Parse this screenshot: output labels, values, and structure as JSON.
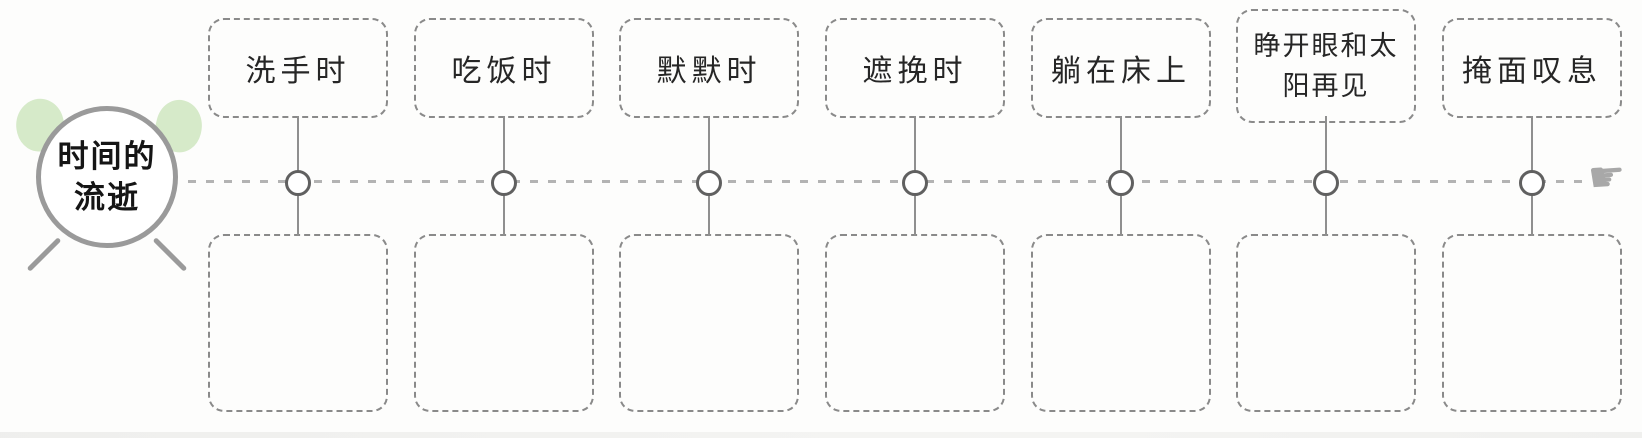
{
  "topic": {
    "line1": "时间的",
    "line2": "流逝"
  },
  "timeline": {
    "items": [
      {
        "label": "洗手时"
      },
      {
        "label": "吃饭时"
      },
      {
        "label": "默默时"
      },
      {
        "label": "遮挽时"
      },
      {
        "label": "躺在床上"
      },
      {
        "label": "睁开眼和太阳再见"
      },
      {
        "label": "掩面叹息"
      }
    ],
    "answer_boxes_empty": true
  },
  "icons": {
    "clock": "alarm-clock-sketch",
    "pointer_hand": "☛"
  },
  "colors": {
    "box_border": "#8a8a8a",
    "axis_dash": "#b3b3b3",
    "node_border": "#606060",
    "bell_green": "#cfe6c0",
    "label_text": "#262626"
  }
}
